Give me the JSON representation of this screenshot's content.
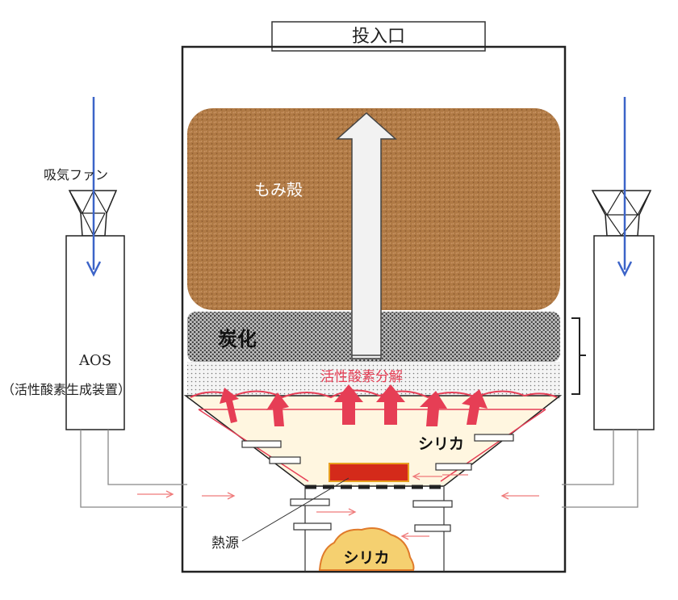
{
  "labels": {
    "inlet": "投入口",
    "fan": "吸気ファン",
    "husk": "もみ殻",
    "carbonization": "炭化",
    "aos": "AOS",
    "aos_full": "（活性酸素生成装置）",
    "decomposition": "活性酸素分解",
    "silica_upper": "シリカ",
    "silica_lower": "シリカ",
    "heat_source": "熱源"
  },
  "colors": {
    "husk": "#b07a45",
    "carbon_dark": "#3a3a3a",
    "zone_fill": "#fff6e0",
    "flame_arrow": "#e63e55",
    "flow_arrow": "#ef7a7a",
    "air_arrow": "#3c64c8",
    "heater": "#d42a1a",
    "heater_border": "#e8a020",
    "silica_pile": "#f5d070",
    "silica_edge": "#e07a2a"
  },
  "icons": {
    "fan": "fan-icon",
    "air_arrow": "down-arrow-icon",
    "updraft": "up-arrow-icon",
    "flame": "flame-arrow-icon"
  }
}
